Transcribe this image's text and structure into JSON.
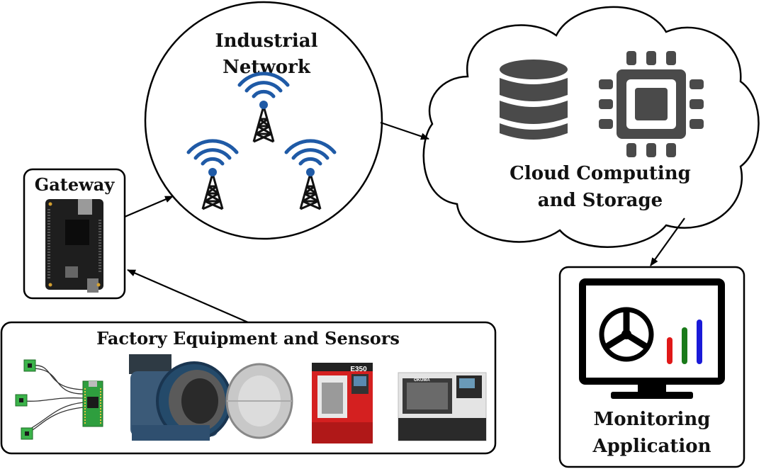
{
  "nodes": {
    "gateway": {
      "label": "Gateway"
    },
    "network": {
      "line1": "Industrial",
      "line2": "Network"
    },
    "cloud": {
      "line1": "Cloud Computing",
      "line2": "and Storage"
    },
    "monitoring": {
      "line1": "Monitoring",
      "line2": "Application"
    },
    "factory": {
      "label": "Factory Equipment and Sensors",
      "badge": "E350",
      "brand": "OKUMA"
    }
  },
  "colors": {
    "stroke": "#000000",
    "wifi": "#1f5aa6",
    "icon_gray": "#4a4a4a",
    "chart_bars": [
      "#e01818",
      "#1a7a1a",
      "#1a1ad8"
    ],
    "pcb_green": "#2e9e3e"
  },
  "icons": [
    "database-icon",
    "cpu-chip-icon",
    "radio-tower-icon",
    "wifi-signal-icon",
    "dashboard-gauge-icon",
    "bar-chart-icon",
    "monitor-icon",
    "circuit-board-icon"
  ]
}
